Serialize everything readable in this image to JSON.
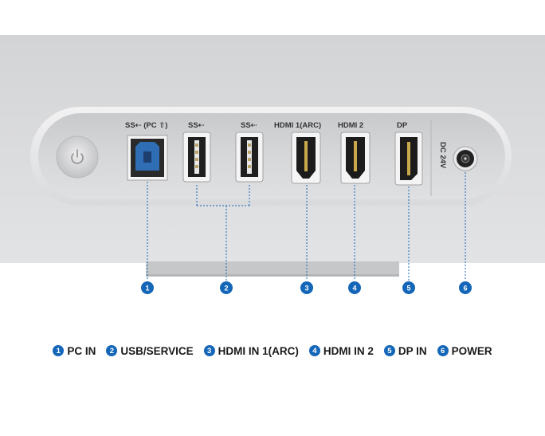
{
  "colors": {
    "accent": "#1466b8",
    "usb3_blue": "#2f6db5",
    "panel": "#d8d9db",
    "bezel": "#e6e7e8"
  },
  "port_labels": {
    "usb_pc": "SS⇠ (PC ⇧)",
    "usb_a1": "SS⇠",
    "usb_a2": "SS⇠",
    "hdmi1": "HDMI 1(ARC)",
    "hdmi2": "HDMI 2",
    "dp": "DP",
    "dc": "DC 24V"
  },
  "markers": [
    "1",
    "2",
    "3",
    "4",
    "5",
    "6"
  ],
  "legend": [
    {
      "num": "1",
      "label": "PC IN"
    },
    {
      "num": "2",
      "label": "USB/SERVICE"
    },
    {
      "num": "3",
      "label": "HDMI IN 1(ARC)"
    },
    {
      "num": "4",
      "label": "HDMI IN 2"
    },
    {
      "num": "5",
      "label": "DP IN"
    },
    {
      "num": "6",
      "label": "POWER"
    }
  ],
  "icons": [
    "power-button-icon",
    "usb-b-port-icon",
    "usb-a-port-icon",
    "hdmi-port-icon",
    "displayport-icon",
    "dc-jack-icon"
  ]
}
